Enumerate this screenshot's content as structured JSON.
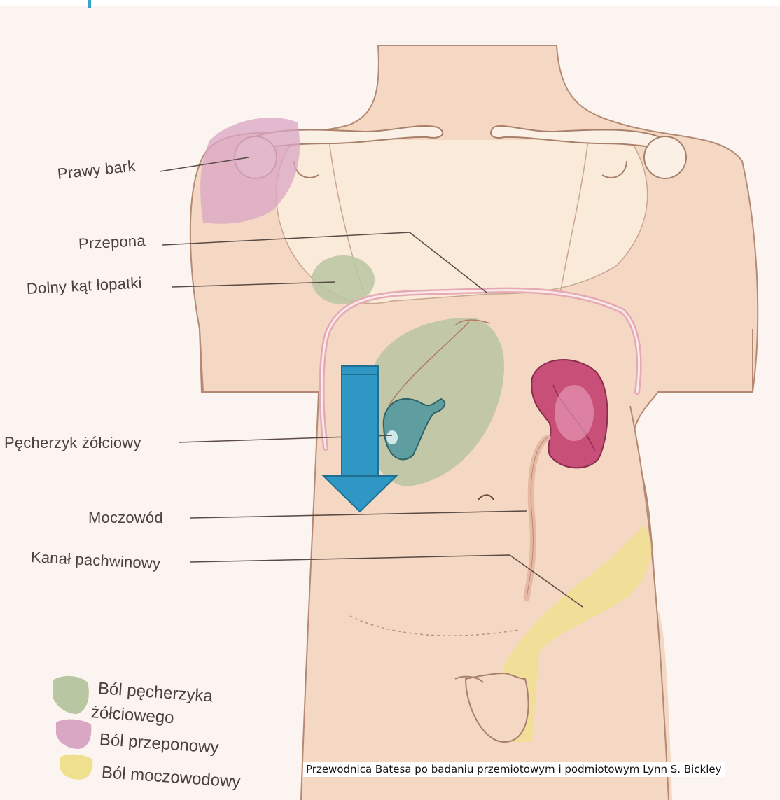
{
  "labels": {
    "right_shoulder": "Prawy bark",
    "diaphragm": "Przepona",
    "scapula_angle": "Dolny kąt łopatki",
    "gallbladder": "Pęcherzyk żółciowy",
    "ureter": "Moczowód",
    "inguinal_canal": "Kanał pachwinowy"
  },
  "legend": {
    "gallbladder_pain_line1": "Ból pęcherzyka",
    "gallbladder_pain_line2": "żółciowego",
    "diaphragm_pain": "Ból przeponowy",
    "ureter_pain": "Ból moczowodowy"
  },
  "colors": {
    "skin": "#f6dcc6",
    "gallbladder_pain": "#b9c6a2",
    "diaphragm_pain": "#d9a6c4",
    "ureter_pain": "#efe08e",
    "kidney": "#c84f78",
    "gallbladder": "#5f9ea0",
    "arrow": "#2f97c4"
  },
  "caption": "Przewodnica Batesa po badaniu przemiotowym i podmiotowym Lynn S. Bickley"
}
